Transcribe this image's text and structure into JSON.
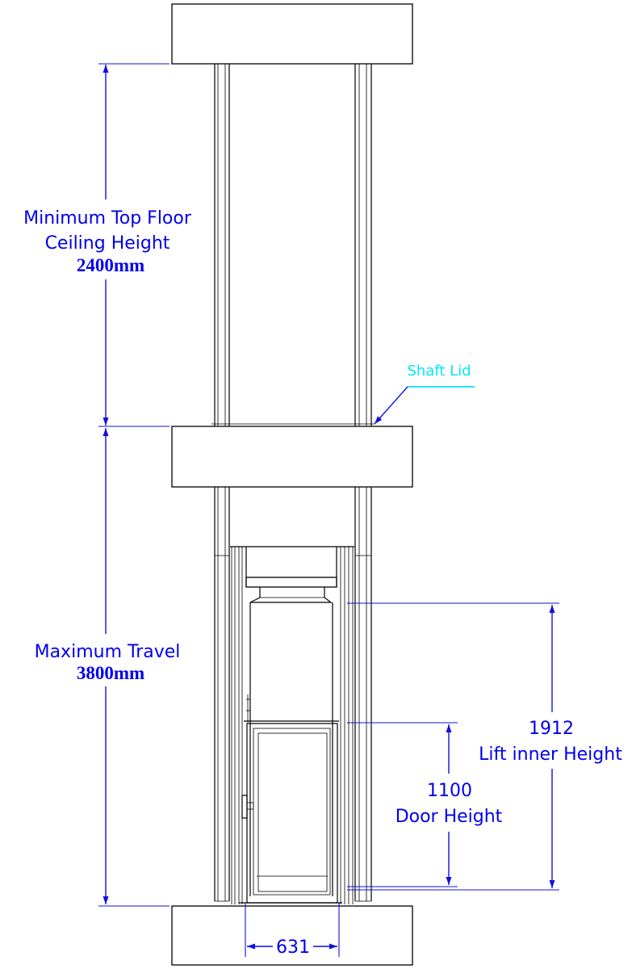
{
  "labels": {
    "min_ceiling_line1": "Minimum Top Floor",
    "min_ceiling_line2": "Ceiling Height",
    "min_ceiling_value": "2400mm",
    "max_travel_line1": "Maximum Travel",
    "max_travel_value": "3800mm",
    "shaft_lid": "Shaft Lid",
    "lift_inner_value": "1912",
    "lift_inner_label": "Lift inner Height",
    "door_value": "1100",
    "door_label": "Door Height",
    "width_value": "631"
  },
  "colors": {
    "dimension": "#0000ee",
    "shaft_lid_annotation": "#00e5ff",
    "structure": "#000000"
  }
}
